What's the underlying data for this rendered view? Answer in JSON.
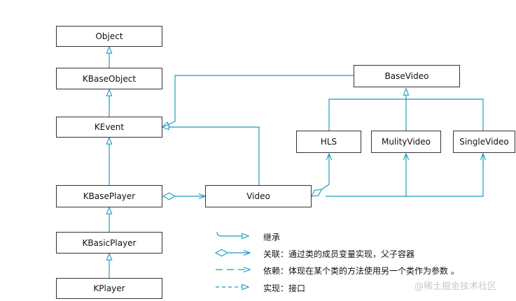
{
  "classes": {
    "object": "Object",
    "kbaseobject": "KBaseObject",
    "kevent": "KEvent",
    "kbaseplayer": "KBasePlayer",
    "kbasicplayer": "KBasicPlayer",
    "kplayer": "KPlayer",
    "video": "Video",
    "basevideo": "BaseVideo",
    "hls": "HLS",
    "mulityvideo": "MulityVideo",
    "singlevideo": "SingleVideo"
  },
  "legend": [
    {
      "kind": "inheritance",
      "label": "继承"
    },
    {
      "kind": "association",
      "label": "关联：通过类的成员变量实现，父子容器"
    },
    {
      "kind": "dependency",
      "label": "依赖：体现在某个类的方法使用另一个类作为参数 。"
    },
    {
      "kind": "realization",
      "label": "实现：接口"
    }
  ],
  "watermark": "@稀土掘金技术社区",
  "colors": {
    "line": "#1a9bbf",
    "border": "#333333"
  }
}
